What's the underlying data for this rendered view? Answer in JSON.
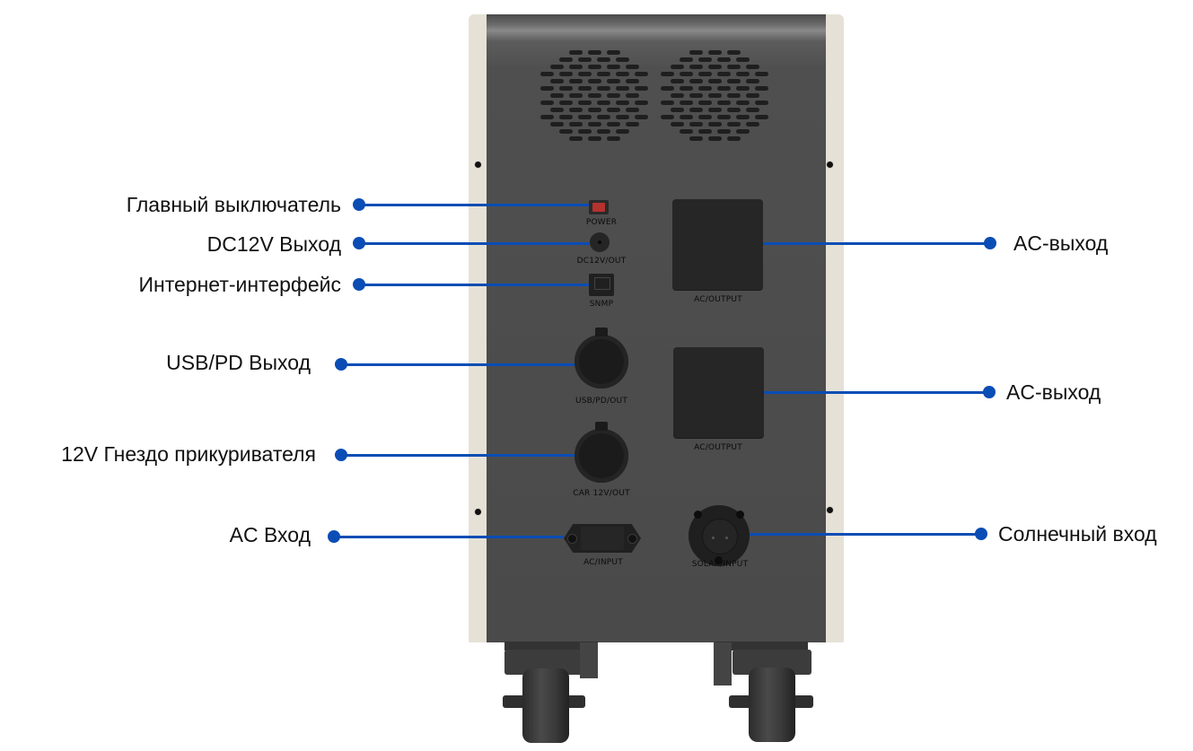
{
  "diagram": {
    "subject": "Portable power station rear panel",
    "accent_color": "#0a4db5",
    "panel_color": "#4a4a4a",
    "side_color": "#e6e1d6"
  },
  "port_labels": {
    "power": "POWER",
    "dc12v": "DC12V/OUT",
    "snmp": "SNMP",
    "usb_pd": "USB/PD/OUT",
    "car12v": "CAR 12V/OUT",
    "ac_input": "AC/INPUT",
    "ac_output_1": "AC/OUTPUT",
    "ac_output_2": "AC/OUTPUT",
    "solar_input": "SOLAR/INPUT"
  },
  "callouts": {
    "left": [
      {
        "id": "main-switch",
        "text": "Главный выключатель"
      },
      {
        "id": "dc12v-out",
        "text": "DC12V Выход"
      },
      {
        "id": "internet",
        "text": "Интернет-интерфейс"
      },
      {
        "id": "usb-pd",
        "text": "USB/PD Выход"
      },
      {
        "id": "car-socket",
        "text": "12V Гнездо прикуривателя"
      },
      {
        "id": "ac-in",
        "text": "AC Вход"
      }
    ],
    "right": [
      {
        "id": "ac-out-1",
        "text": "AC-выход"
      },
      {
        "id": "ac-out-2",
        "text": "AC-выход"
      },
      {
        "id": "solar-in",
        "text": "Солнечный вход"
      }
    ]
  }
}
